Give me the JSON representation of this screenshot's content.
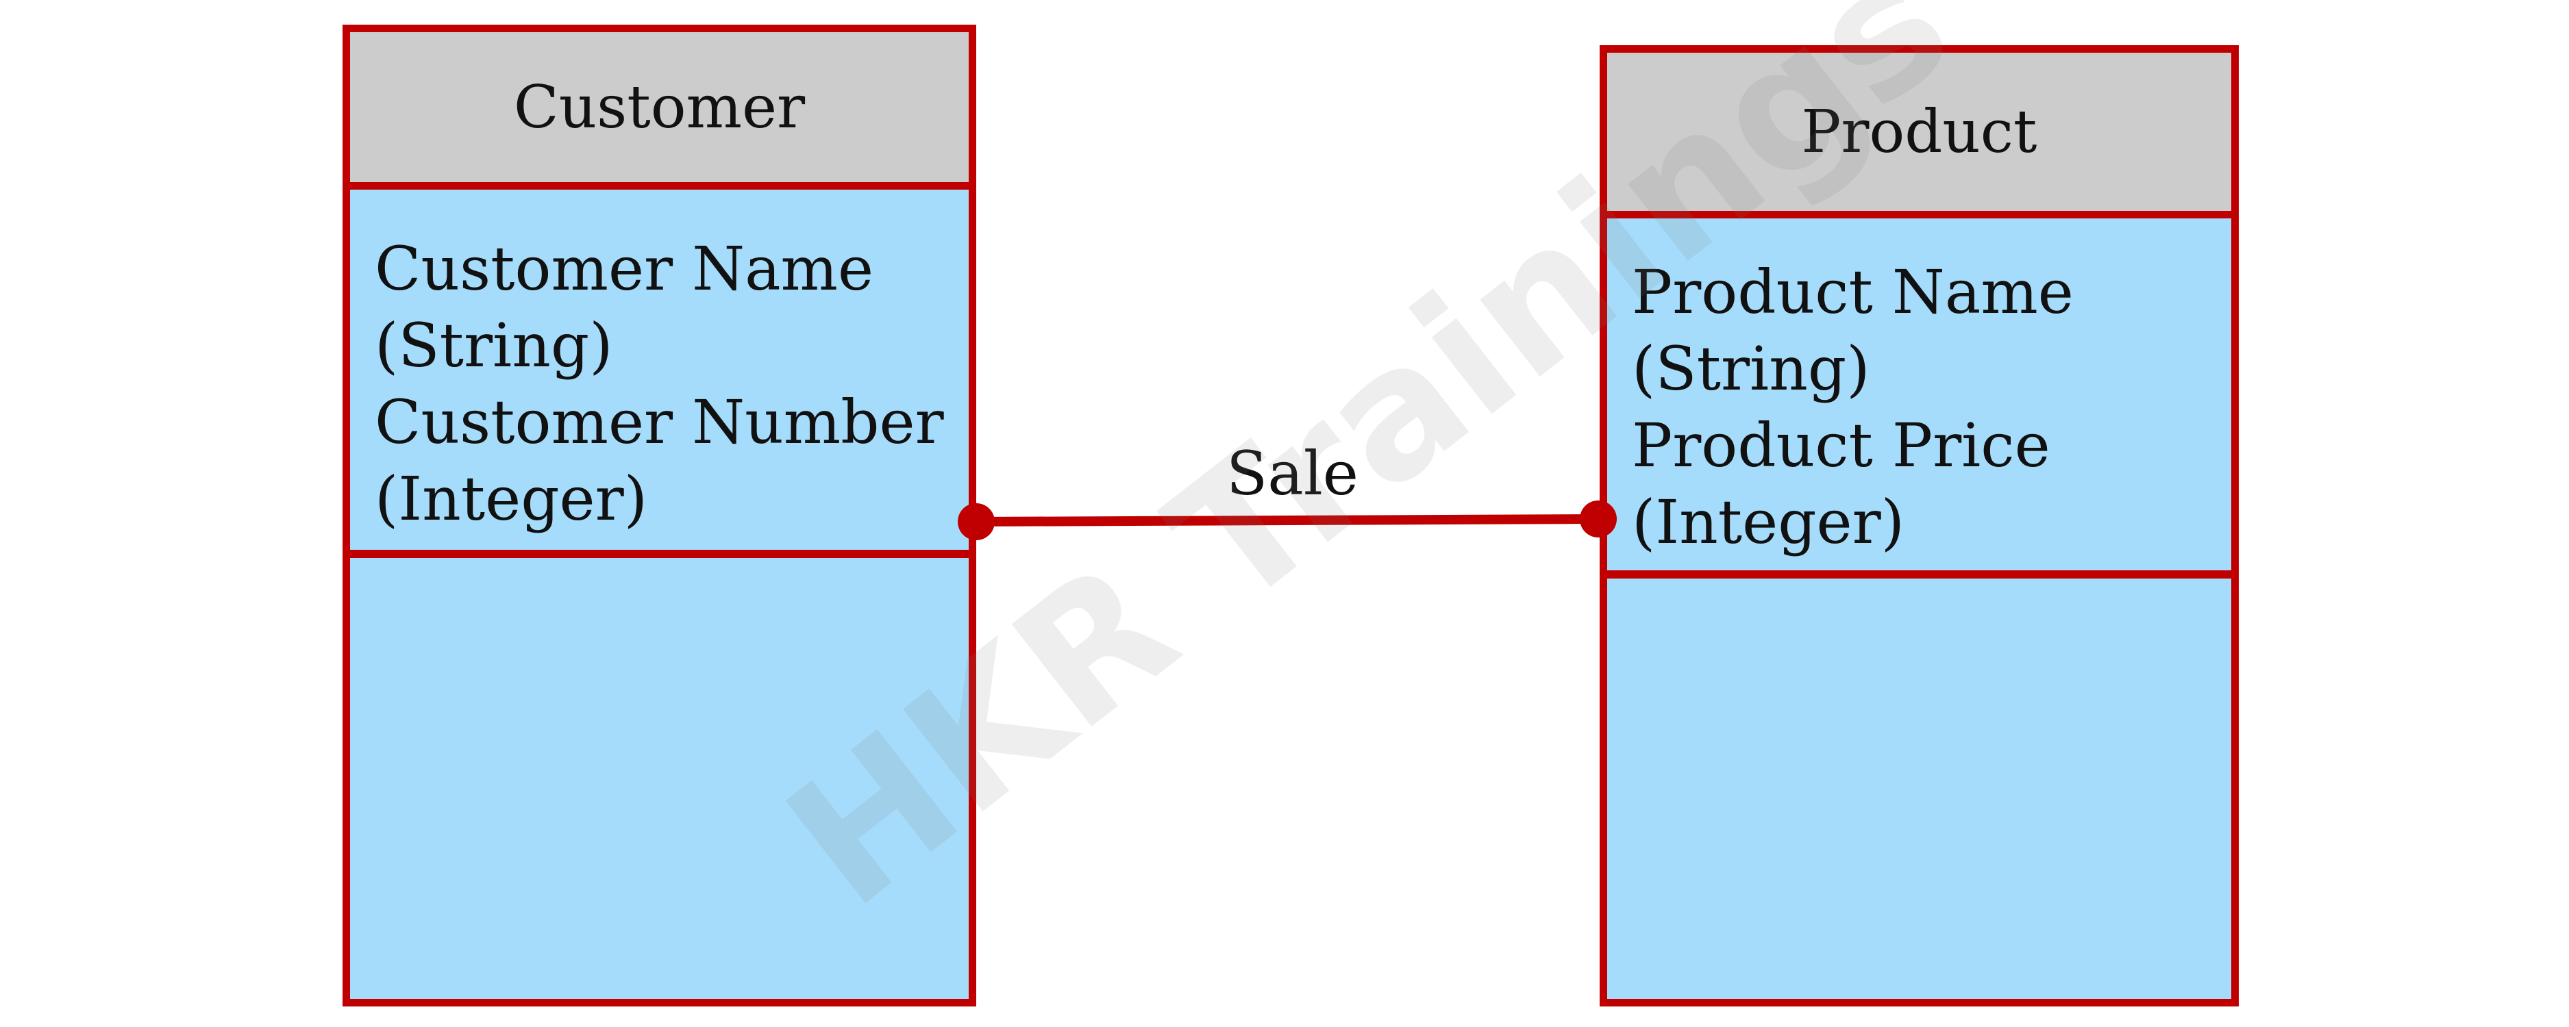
{
  "diagram": {
    "classes": [
      {
        "name": "Customer",
        "attributes": [
          "Customer Name",
          "(String)",
          "Customer Number",
          "(Integer)"
        ]
      },
      {
        "name": "Product",
        "attributes": [
          "Product Name",
          "(String)",
          "Product Price",
          "(Integer)"
        ]
      }
    ],
    "association_label": "Sale"
  },
  "watermark": "HKR Trainings",
  "colors": {
    "border": "#c00000",
    "header_fill": "#cccccc",
    "body_fill": "#a6dcfb",
    "background": "#ffffff"
  }
}
